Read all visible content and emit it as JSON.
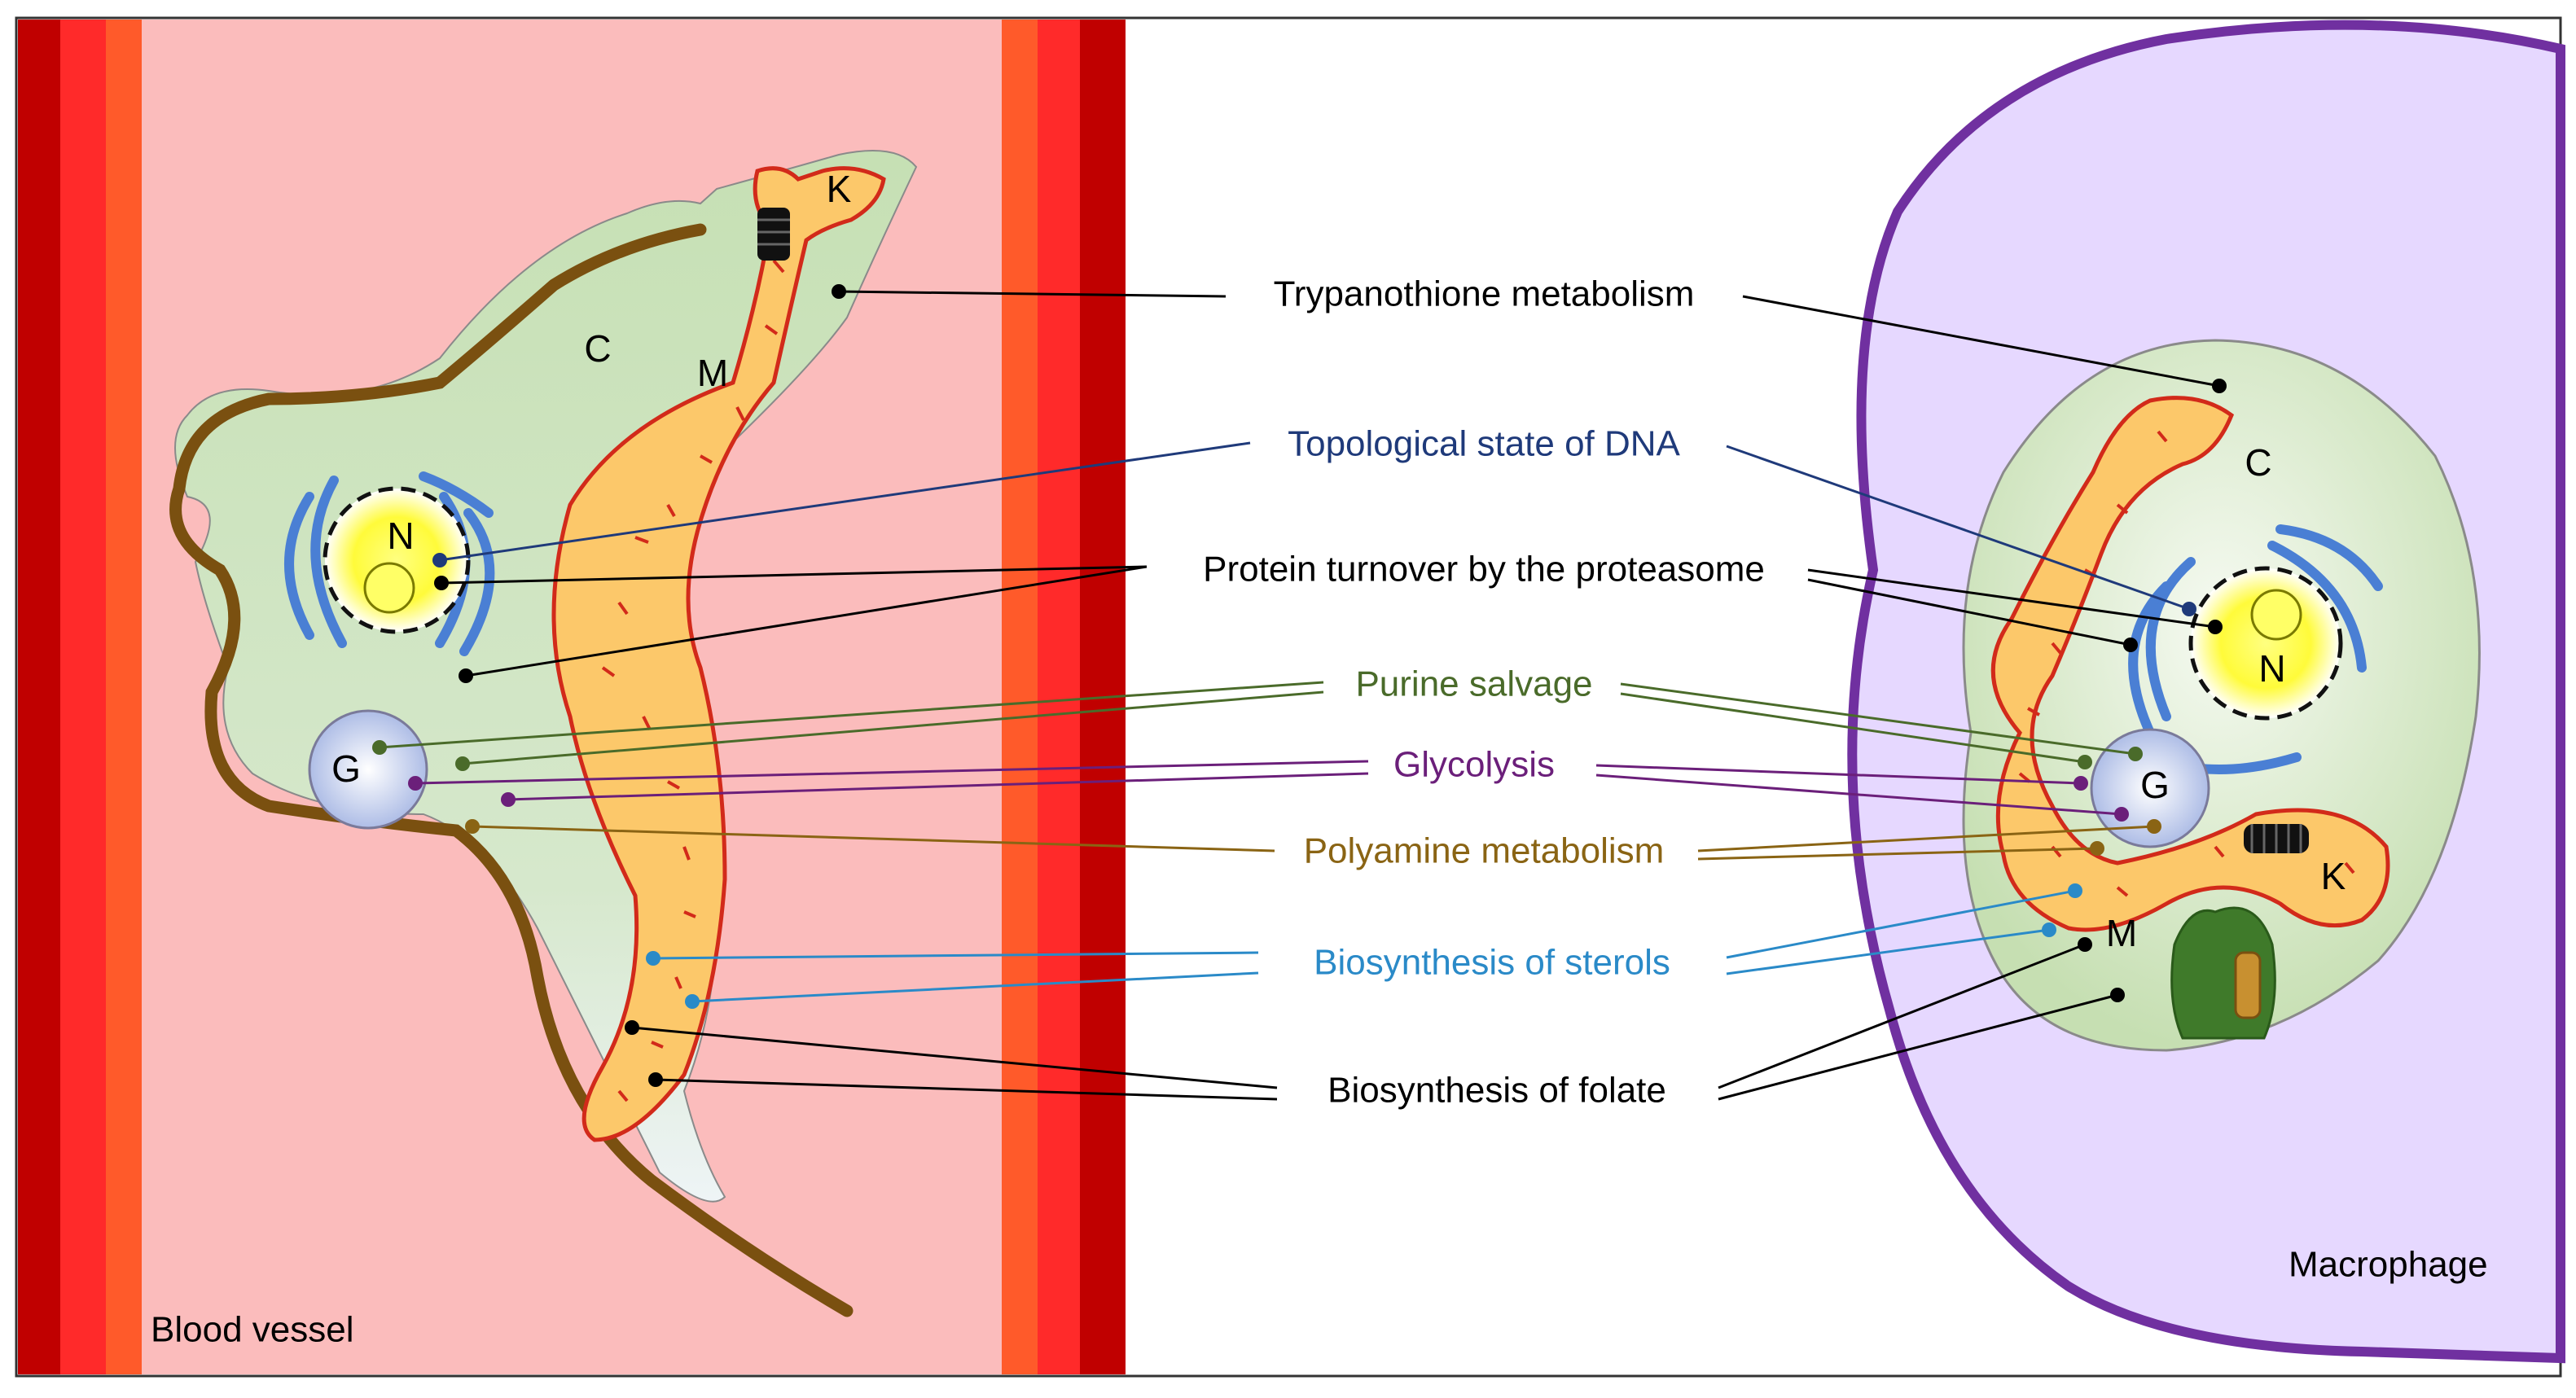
{
  "labels": {
    "trypanothione": "Trypanothione metabolism",
    "topological": "Topological state of DNA",
    "proteasome": "Protein turnover by the proteasome",
    "purine": "Purine salvage",
    "glycolysis": "Glycolysis",
    "polyamine": "Polyamine metabolism",
    "sterols": "Biosynthesis of sterols",
    "folate": "Biosynthesis of folate"
  },
  "places": {
    "blood_vessel": "Blood vessel",
    "macrophage": "Macrophage"
  },
  "organelles": {
    "nucleus": "N",
    "glycosome": "G",
    "cytoplasm": "C",
    "mitochondrion": "M",
    "kinetoplast": "K"
  },
  "colors": {
    "trypanothione": "#000000",
    "topological": "#1f3a7a",
    "proteasome": "#000000",
    "purine": "#4a6b2a",
    "glycolysis": "#6b1f7a",
    "polyamine": "#8a6414",
    "sterols": "#2a8ac8",
    "folate": "#000000",
    "vessel_fill": "#fbbcbc",
    "vessel_wall_dark": "#c00000",
    "vessel_wall_mid": "#ff2a2a",
    "vessel_wall_light": "#ff5a2a",
    "macrophage_fill": "#e6d8ff",
    "macrophage_border": "#7030a0",
    "cell_fill": "#c8e0b8",
    "mito_fill": "#fcc86a",
    "mito_border": "#d22a1a"
  }
}
